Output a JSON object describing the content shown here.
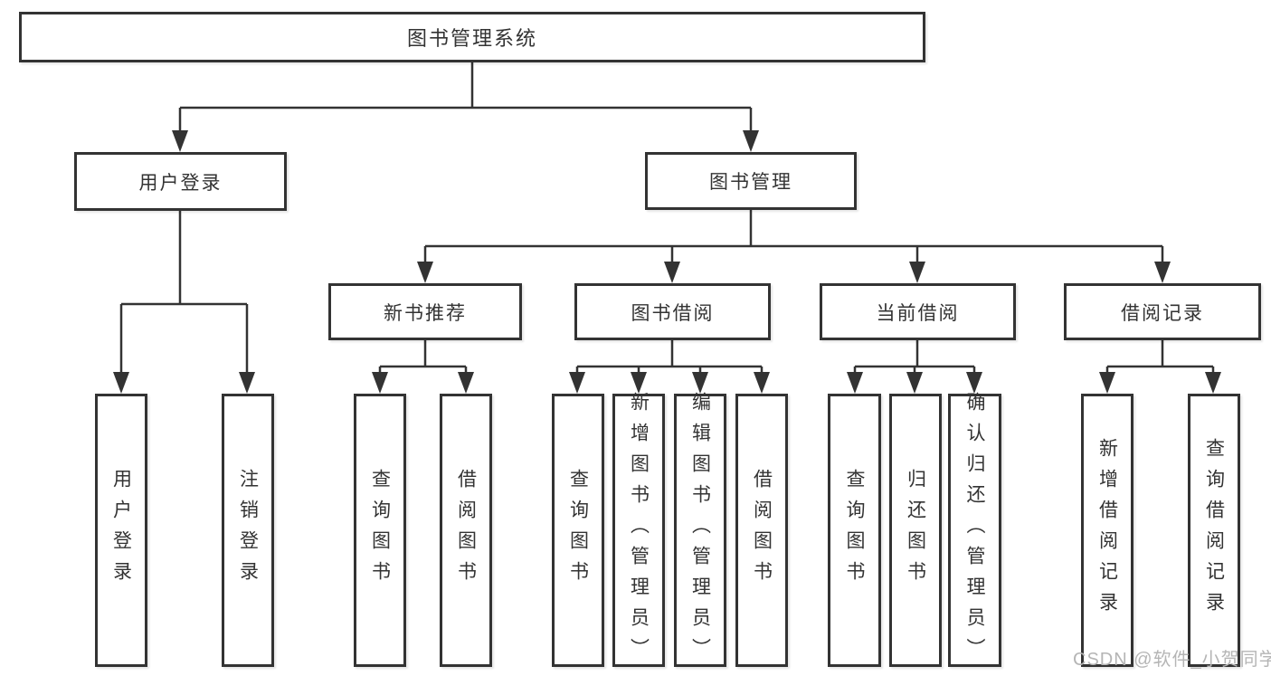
{
  "tree": {
    "label": "图书管理系统",
    "children": [
      {
        "label": "用户登录",
        "children": [
          {
            "label": "用户登录"
          },
          {
            "label": "注销登录"
          }
        ]
      },
      {
        "label": "图书管理",
        "children": [
          {
            "label": "新书推荐",
            "children": [
              {
                "label": "查询图书"
              },
              {
                "label": "借阅图书"
              }
            ]
          },
          {
            "label": "图书借阅",
            "children": [
              {
                "label": "查询图书"
              },
              {
                "label": "新增图书（管理员）"
              },
              {
                "label": "编辑图书（管理员）"
              },
              {
                "label": "借阅图书"
              }
            ]
          },
          {
            "label": "当前借阅",
            "children": [
              {
                "label": "查询图书"
              },
              {
                "label": "归还图书"
              },
              {
                "label": "确认归还（管理员）"
              }
            ]
          },
          {
            "label": "借阅记录",
            "children": [
              {
                "label": "新增借阅记录"
              },
              {
                "label": "查询借阅记录"
              }
            ]
          }
        ]
      }
    ]
  },
  "watermark": {
    "text": "CSDN @软件_小贺同学"
  },
  "colors": {
    "line": "#333333",
    "box_border": "#333333",
    "text": "#333333",
    "watermark": "#b5b5b5",
    "background": "#ffffff"
  }
}
